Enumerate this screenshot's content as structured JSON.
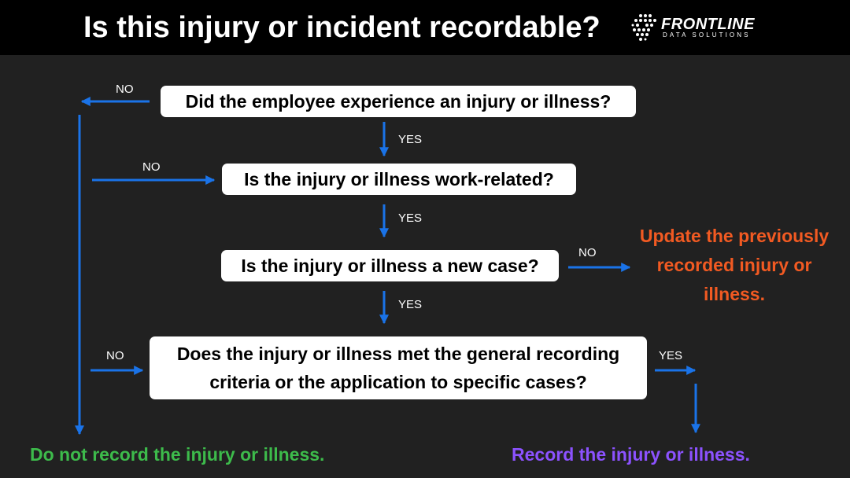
{
  "header": {
    "title": "Is this injury or incident recordable?",
    "logo_text": "FRONTLINE",
    "logo_subtext": "DATA SOLUTIONS"
  },
  "questions": {
    "q1": "Did the employee experience an injury or illness?",
    "q2": "Is the injury or illness work-related?",
    "q3": "Is the injury or illness a new case?",
    "q4": "Does the injury or illness met the general recording criteria or the application to specific cases?"
  },
  "labels": {
    "no": "NO",
    "yes": "YES"
  },
  "outcomes": {
    "update": "Update the previously recorded injury or illness.",
    "do_not_record": "Do not record the injury or illness.",
    "record": "Record the injury or illness."
  },
  "colors": {
    "background": "#212121",
    "header_bg": "#000000",
    "arrow": "#1a73e8",
    "update": "#f25a22",
    "do_not_record": "#3dbb4b",
    "record": "#8c52ff"
  }
}
